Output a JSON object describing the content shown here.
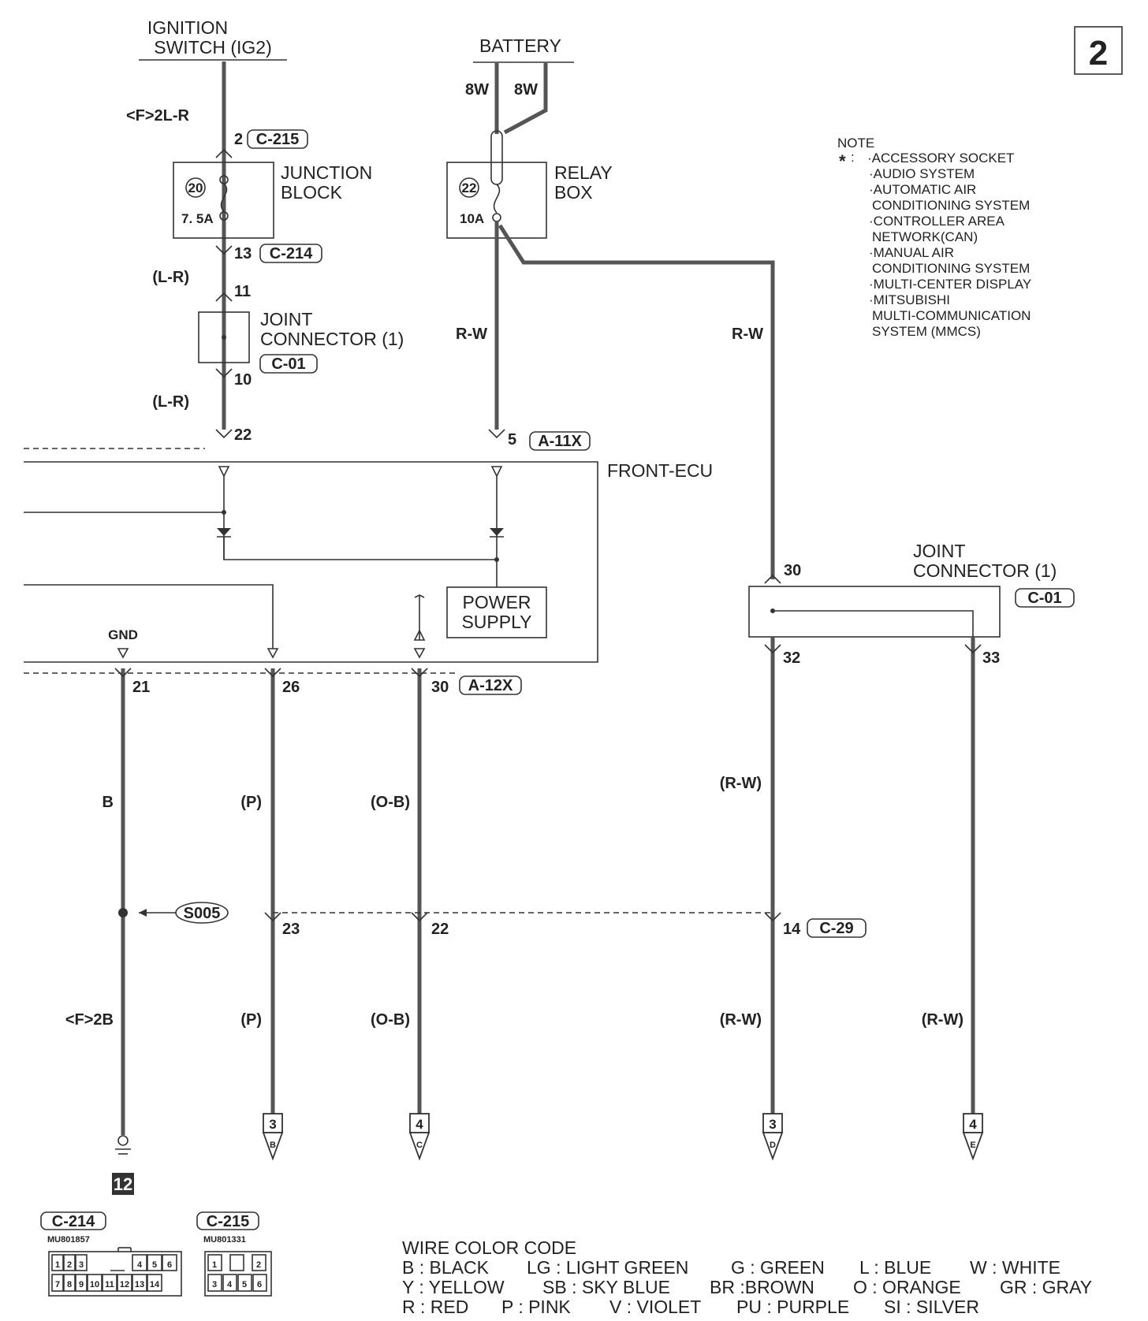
{
  "page_number": "2",
  "top_labels": {
    "ignition": [
      "IGNITION",
      "SWITCH (IG2)"
    ],
    "battery": "BATTERY"
  },
  "components": {
    "junction_block": [
      "JUNCTION",
      "BLOCK"
    ],
    "relay_box": [
      "RELAY",
      "BOX"
    ],
    "joint_connector_left": [
      "JOINT",
      "CONNECTOR (1)"
    ],
    "joint_connector_right": [
      "JOINT",
      "CONNECTOR (1)"
    ],
    "front_ecu": "FRONT-ECU",
    "power_supply": [
      "POWER",
      "SUPPLY"
    ],
    "gnd": "GND",
    "splice": "S005",
    "ground_number": "12"
  },
  "fuses": {
    "jb_number": "20",
    "jb_rating": "7. 5A",
    "rb_number": "22",
    "rb_rating": "10A"
  },
  "connectors": {
    "c215": "C-215",
    "c214": "C-214",
    "c01_left": "C-01",
    "c01_right": "C-01",
    "a11x": "A-11X",
    "a12x": "A-12X",
    "c29": "C-29"
  },
  "wire_colors": {
    "f2lr": "<F>2L-R",
    "lr1": "(L-R)",
    "lr2": "(L-R)",
    "bat_8w_1": "8W",
    "bat_8w_2": "8W",
    "rw1": "R-W",
    "rw2": "R-W",
    "b": "B",
    "p1": "(P)",
    "ob1": "(O-B)",
    "rw3": "(R-W)",
    "f2b": "<F>2B",
    "p2": "(P)",
    "ob2": "(O-B)",
    "rw4": "(R-W)",
    "rw5": "(R-W)"
  },
  "pins": {
    "p2": "2",
    "p13": "13",
    "p11": "11",
    "p10": "10",
    "p22a": "22",
    "p5": "5",
    "p30a": "30",
    "p32": "32",
    "p33": "33",
    "p21": "21",
    "p26": "26",
    "p30b": "30",
    "p23": "23",
    "p22b": "22",
    "p14": "14"
  },
  "offpage": [
    {
      "num": "3",
      "letter": "B"
    },
    {
      "num": "4",
      "letter": "C"
    },
    {
      "num": "3",
      "letter": "D"
    },
    {
      "num": "4",
      "letter": "E"
    }
  ],
  "note": {
    "title": "NOTE",
    "star": "*",
    "lines": [
      "·ACCESSORY SOCKET",
      "·AUDIO SYSTEM",
      "·AUTOMATIC AIR",
      "CONDITIONING SYSTEM",
      "·CONTROLLER AREA",
      "NETWORK(CAN)",
      "·MANUAL AIR",
      "CONDITIONING SYSTEM",
      "·MULTI-CENTER DISPLAY",
      "·MITSUBISHI",
      "MULTI-COMMUNICATION",
      "SYSTEM (MMCS)"
    ]
  },
  "connector_faces": {
    "c214": {
      "label": "C-214",
      "part": "MU801857",
      "row1": [
        "1",
        "2",
        "3",
        "",
        "4",
        "5",
        "6"
      ],
      "row2": [
        "7",
        "8",
        "9",
        "10",
        "11",
        "12",
        "13",
        "14"
      ]
    },
    "c215": {
      "label": "C-215",
      "part": "MU801331",
      "row1": [
        "1",
        "",
        "2"
      ],
      "row2": [
        "3",
        "4",
        "5",
        "6"
      ]
    }
  },
  "legend": {
    "title": "WIRE COLOR CODE",
    "rows": [
      [
        "B : BLACK",
        "LG : LIGHT GREEN",
        "G : GREEN",
        "L : BLUE",
        "W : WHITE"
      ],
      [
        "Y : YELLOW",
        "SB : SKY BLUE",
        "BR :BROWN",
        "O : ORANGE",
        "GR : GRAY"
      ],
      [
        "R : RED",
        "P : PINK",
        "V : VIOLET",
        "PU : PURPLE",
        "SI : SILVER"
      ]
    ]
  }
}
